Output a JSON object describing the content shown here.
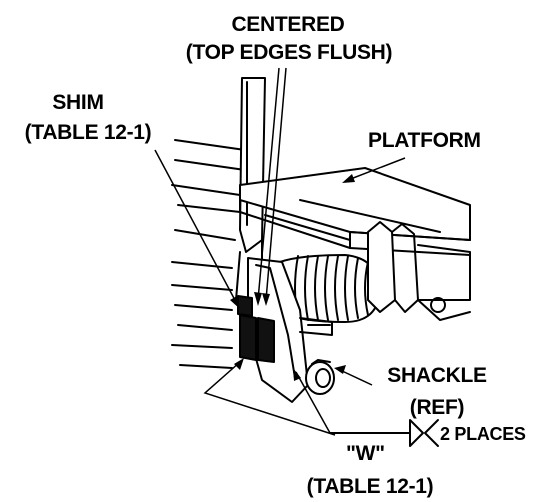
{
  "callouts": {
    "centered_line1": "CENTERED",
    "centered_line2": "(TOP EDGES FLUSH)",
    "shim_line1": "SHIM",
    "shim_line2": "(TABLE 12-1)",
    "platform": "PLATFORM",
    "shackle_line1": "SHACKLE",
    "shackle_line2": "(REF)",
    "weld_places": "2 PLACES",
    "weld_size": "\"W\"",
    "weld_table": "(TABLE 12-1)"
  }
}
